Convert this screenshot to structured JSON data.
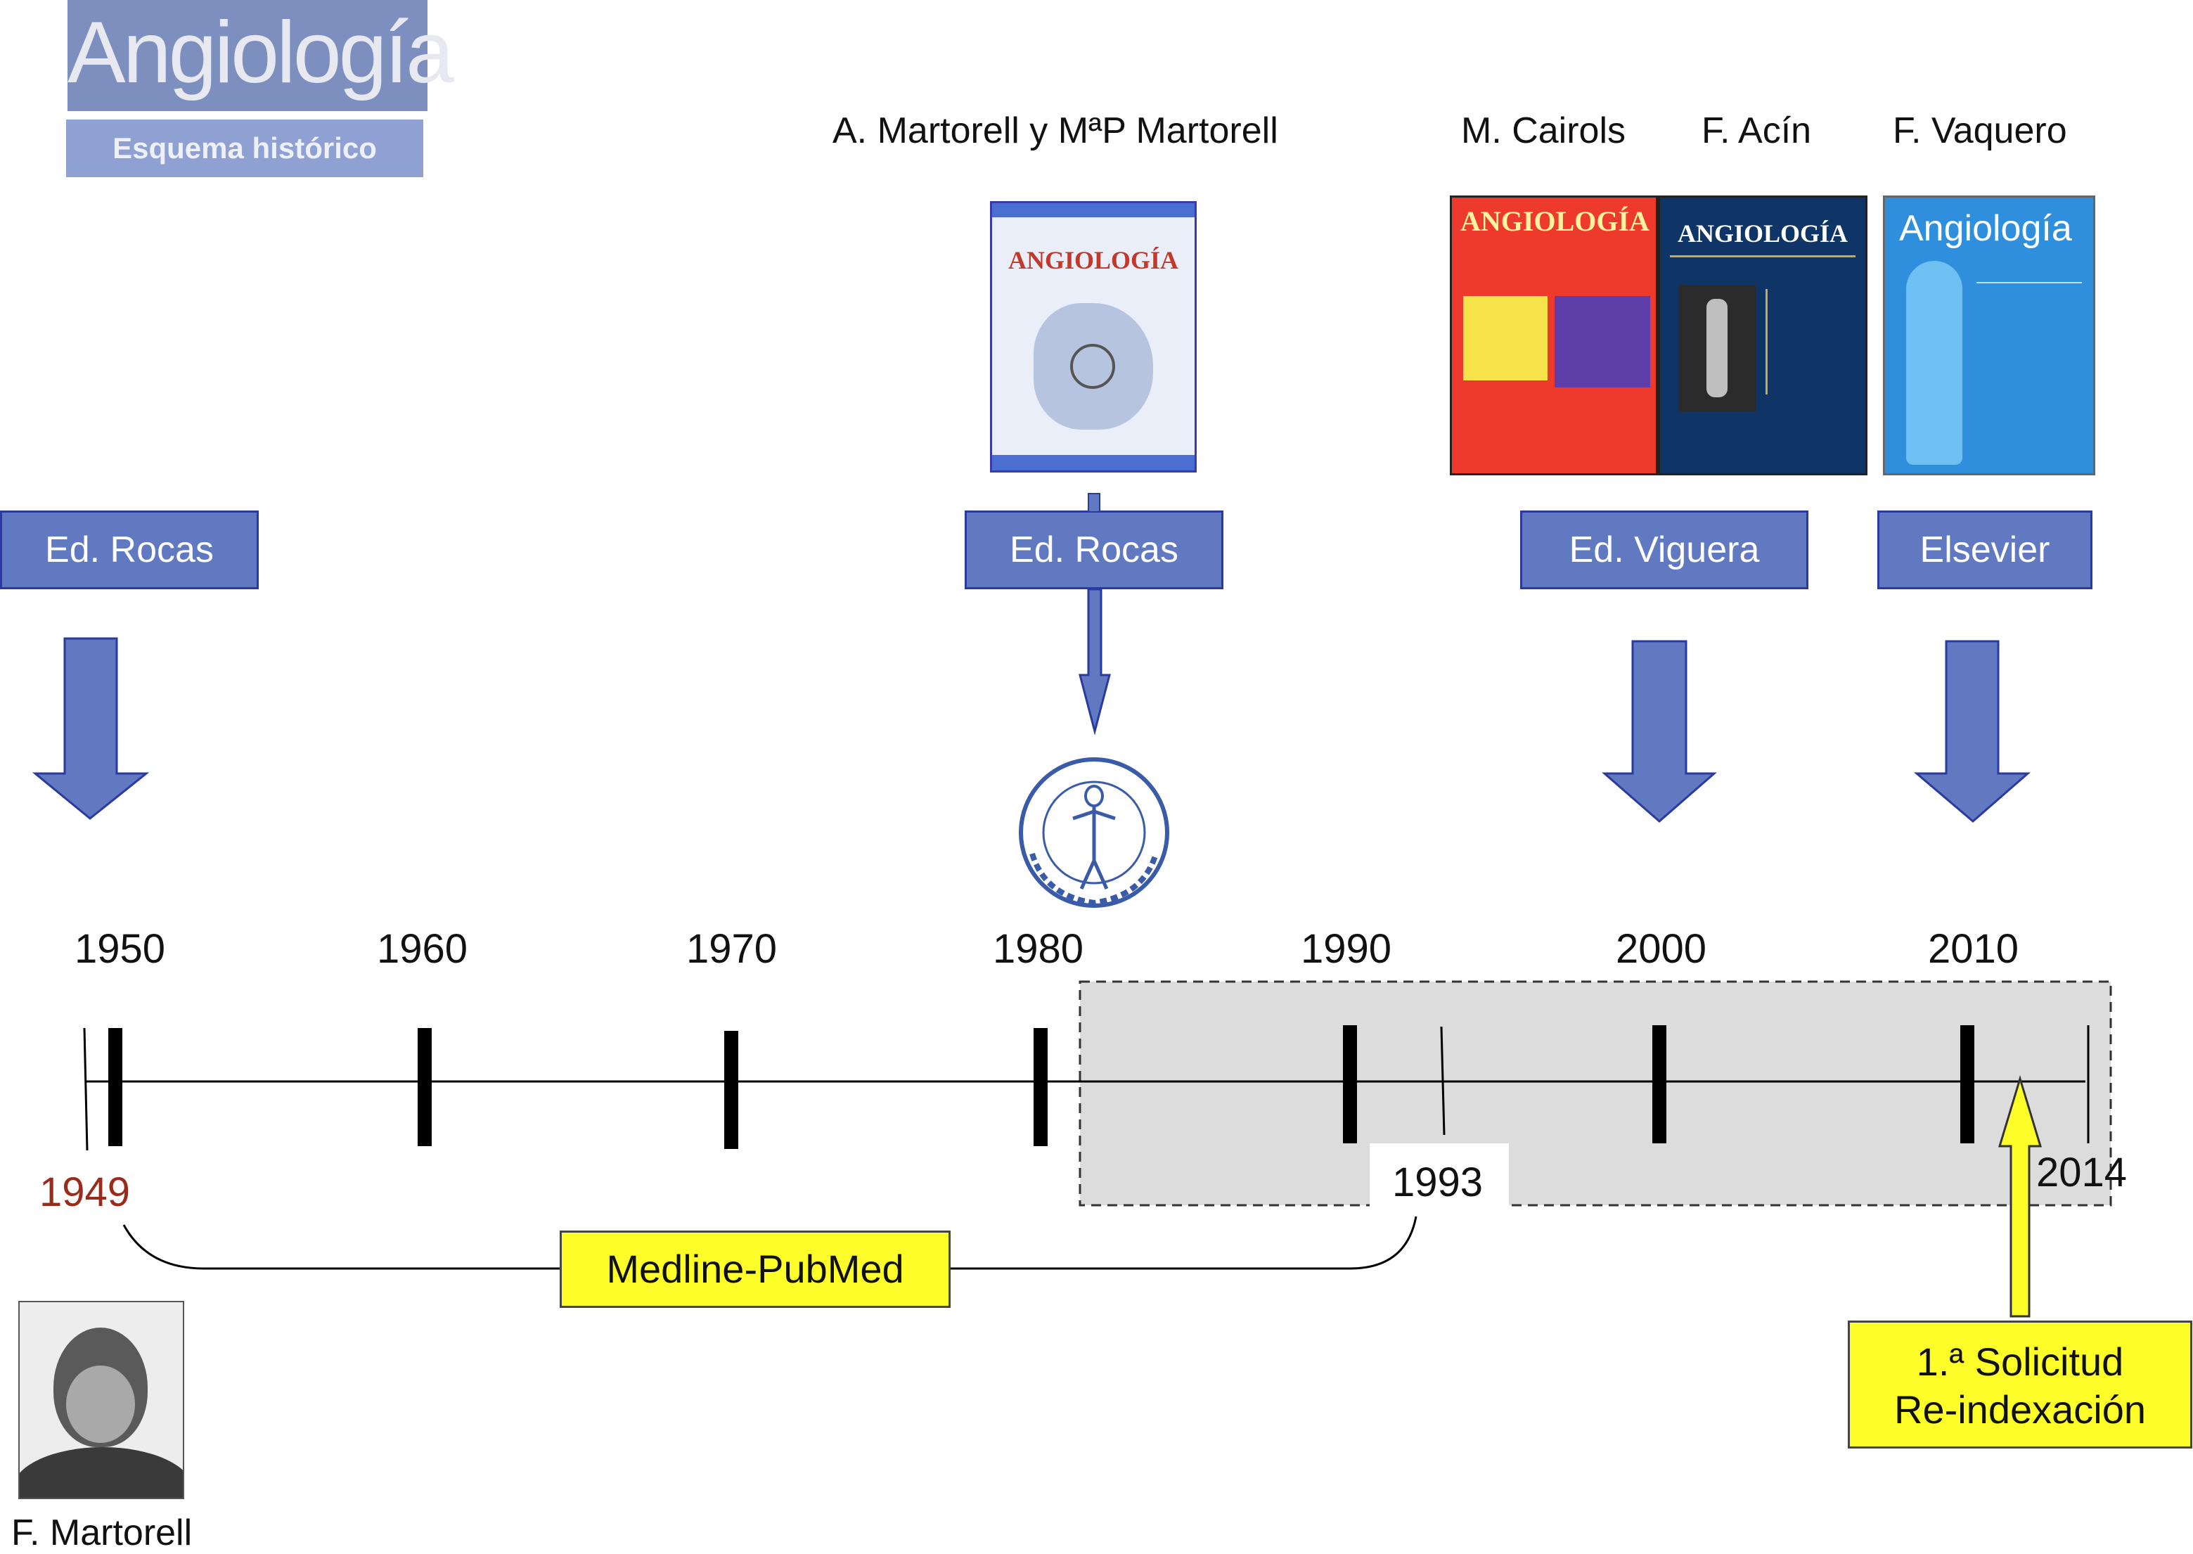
{
  "header": {
    "logo_text": "Angiología",
    "subtitle": "Esquema histórico"
  },
  "editors": {
    "martorell_pair": "A. Martorell  y MªP Martorell",
    "cairols": "M. Cairols",
    "acin": "F. Acín",
    "vaquero": "F. Vaquero",
    "founder": "F. Martorell"
  },
  "publishers": {
    "rocas_1": "Ed. Rocas",
    "rocas_2": "Ed. Rocas",
    "viguera": "Ed. Viguera",
    "elsevier": "Elsevier"
  },
  "covers": {
    "cover_1980": "ANGIOLOGÍA",
    "cover_1990": "ANGIOLOGÍA",
    "cover_2000": "ANGIOLOGÍA",
    "cover_2010": "Angiología"
  },
  "timeline": {
    "decades": [
      "1950",
      "1960",
      "1970",
      "1980",
      "1990",
      "2000",
      "2010"
    ],
    "start_year": "1949",
    "medline_year": "1993",
    "end_year": "2014"
  },
  "medline_label": "Medline-PubMed",
  "request_box": {
    "line1": "1.ª Solicitud",
    "line2": "Re-indexación"
  },
  "colors": {
    "publisher_fill": "#6079c1",
    "publisher_border": "#2a3a9e",
    "arrow_fill": "#6079c1",
    "highlight_yellow": "#fdfd2a",
    "start_year_color": "#9a2a1a",
    "indexed_region": "#dcdcdc"
  }
}
